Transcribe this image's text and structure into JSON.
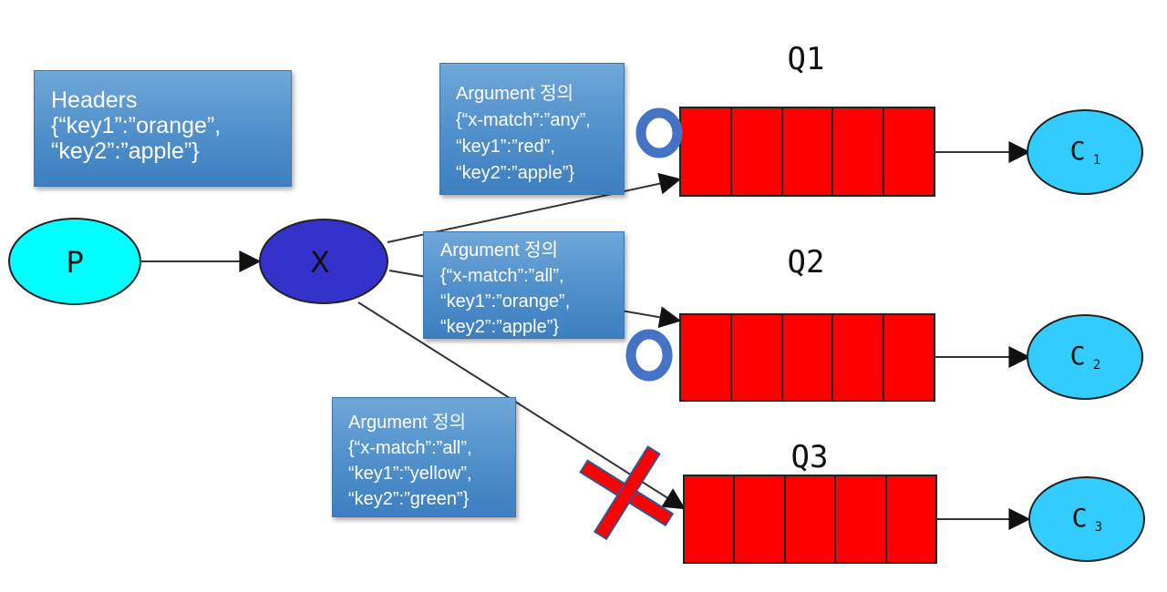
{
  "producer": {
    "label": "P"
  },
  "exchange": {
    "label": "X"
  },
  "headers_note": {
    "lines": [
      "Headers",
      "{“key1”:”orange”,",
      "“key2”:”apple”}"
    ]
  },
  "queues": [
    {
      "label": "Q1",
      "consumer": {
        "label": "C",
        "sub": "1"
      },
      "argument_lines": [
        "Argument 정의",
        "{“x-match”:”any”,",
        "“key1”:”red”,",
        "“key2”:”apple”}"
      ],
      "match": "O"
    },
    {
      "label": "Q2",
      "consumer": {
        "label": "C",
        "sub": "2"
      },
      "argument_lines": [
        "Argument 정의",
        "{“x-match”:”all”,",
        "“key1”:”orange”,",
        "“key2”:”apple”}"
      ],
      "match": "O"
    },
    {
      "label": "Q3",
      "consumer": {
        "label": "C",
        "sub": "3"
      },
      "argument_lines": [
        "Argument 정의",
        "{“x-match”:”all”,",
        "“key1”:”yellow”,",
        "“key2”:”green”}"
      ],
      "match": "X"
    }
  ],
  "colors": {
    "producer_fill": "#00ffff",
    "exchange_fill": "#3333cc",
    "queue_fill": "#ff0000",
    "consumer_fill": "#33ccff",
    "note_fill": "#5b9bd5",
    "match_ring": "#4472c4",
    "cross_fill": "#ff0000",
    "cross_outline": "#2f5597"
  }
}
